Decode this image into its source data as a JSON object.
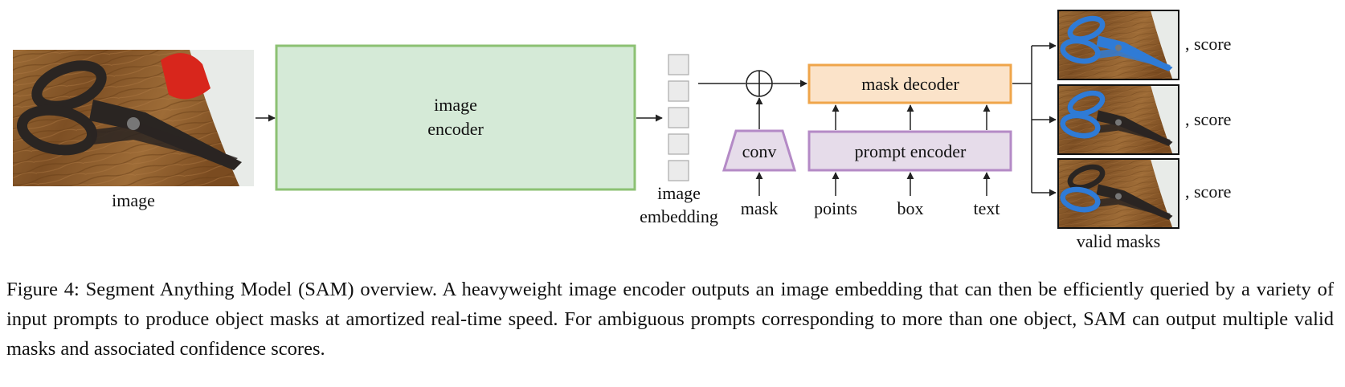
{
  "diagram": {
    "image_label": "image",
    "encoder_label_line1": "image",
    "encoder_label_line2": "encoder",
    "embedding_label_line1": "image",
    "embedding_label_line2": "embedding",
    "conv_label": "conv",
    "mask_input_label": "mask",
    "mask_decoder_label": "mask decoder",
    "prompt_encoder_label": "prompt encoder",
    "prompt_inputs": [
      "points",
      "box",
      "text"
    ],
    "score_label": ", score",
    "valid_masks_label": "valid masks",
    "colors": {
      "encoder_fill": "#d5ead7",
      "encoder_stroke": "#8cc173",
      "decoder_fill": "#fbe3c9",
      "decoder_stroke": "#efa54a",
      "prompt_fill": "#e6dcea",
      "prompt_stroke": "#b48ac6",
      "embedding_fill": "#ebebeb",
      "embedding_stroke": "#aaaaaa",
      "mask_overlay": "#2f7bd6",
      "wood": "#8a5a2a"
    }
  },
  "caption": {
    "text": "Figure 4: Segment Anything Model (SAM) overview. A heavyweight image encoder outputs an image embedding that can then be efficiently queried by a variety of input prompts to produce object masks at amortized real-time speed. For ambiguous prompts corresponding to more than one object, SAM can output multiple valid masks and associated confidence scores."
  }
}
